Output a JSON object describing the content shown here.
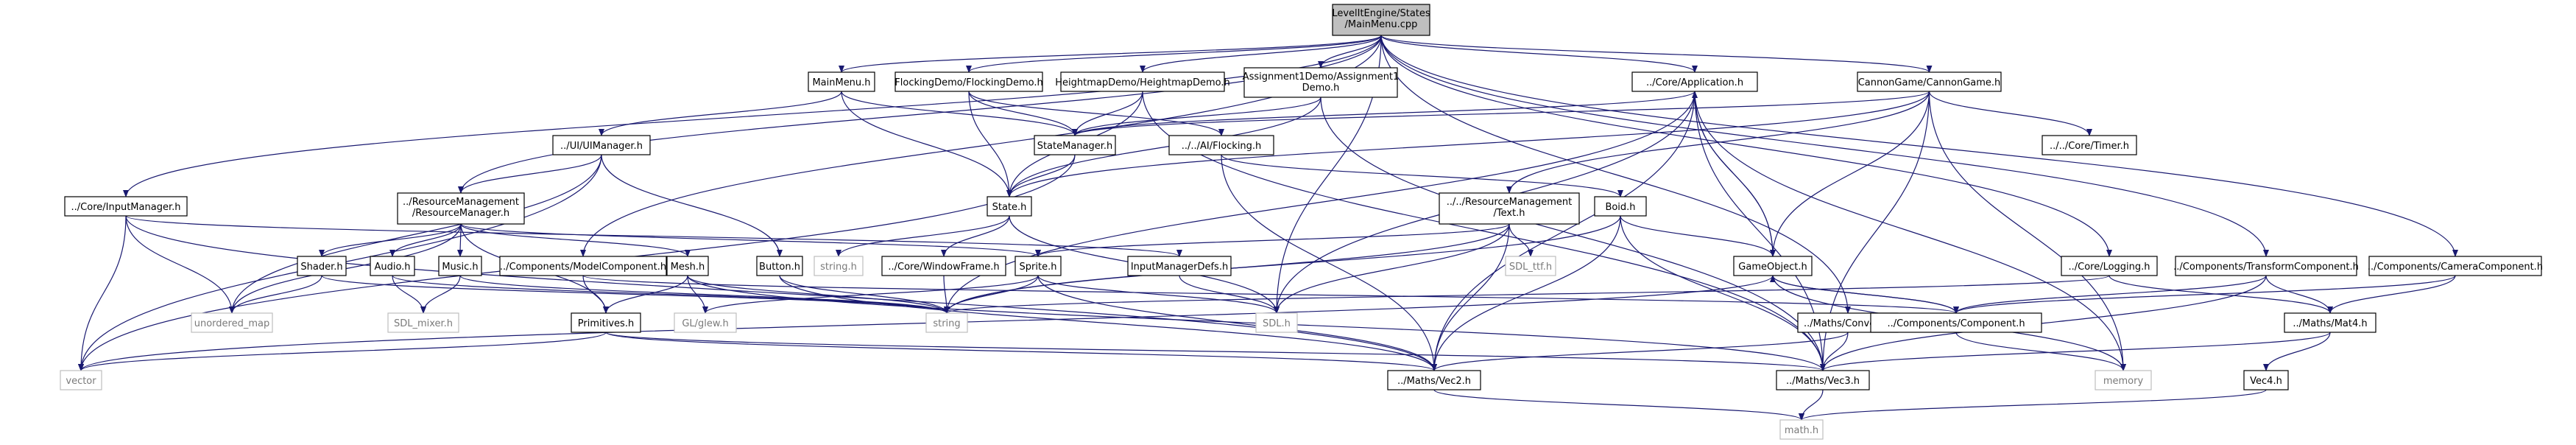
{
  "colors": {
    "background": "#ffffff",
    "edge": "#191970",
    "node_border": "#000000",
    "node_fill": "#ffffff",
    "root_fill": "#bfbfbf",
    "external_border": "#bfbfbf",
    "text": "#000000",
    "external_text": "#7a7a7a"
  },
  "nodes": [
    {
      "id": "root",
      "lines": [
        "LevelItEngine/States",
        "/MainMenu.cpp"
      ],
      "kind": "root"
    },
    {
      "id": "mainmenu_h",
      "lines": [
        "MainMenu.h"
      ],
      "kind": "normal"
    },
    {
      "id": "flocking_demo",
      "lines": [
        "FlockingDemo/FlockingDemo.h"
      ],
      "kind": "normal"
    },
    {
      "id": "heightmap_demo",
      "lines": [
        "HeightmapDemo/HeightmapDemo.h"
      ],
      "kind": "normal"
    },
    {
      "id": "assignment1_demo",
      "lines": [
        "Assignment1Demo/Assignment1",
        "Demo.h"
      ],
      "kind": "normal"
    },
    {
      "id": "core_application",
      "lines": [
        "../Core/Application.h"
      ],
      "kind": "normal"
    },
    {
      "id": "cannongame",
      "lines": [
        "CannonGame/CannonGame.h"
      ],
      "kind": "normal"
    },
    {
      "id": "ui_manager",
      "lines": [
        "../UI/UIManager.h"
      ],
      "kind": "normal"
    },
    {
      "id": "state_manager",
      "lines": [
        "StateManager.h"
      ],
      "kind": "normal"
    },
    {
      "id": "ai_flocking",
      "lines": [
        "../../AI/Flocking.h"
      ],
      "kind": "normal"
    },
    {
      "id": "core_timer",
      "lines": [
        "../../Core/Timer.h"
      ],
      "kind": "normal"
    },
    {
      "id": "core_input",
      "lines": [
        "../Core/InputManager.h"
      ],
      "kind": "normal"
    },
    {
      "id": "resource_manager",
      "lines": [
        "../ResourceManagement",
        "/ResourceManager.h"
      ],
      "kind": "normal"
    },
    {
      "id": "state_h",
      "lines": [
        "State.h"
      ],
      "kind": "normal"
    },
    {
      "id": "text_h",
      "lines": [
        "../../ResourceManagement",
        "/Text.h"
      ],
      "kind": "normal"
    },
    {
      "id": "boid_h",
      "lines": [
        "Boid.h"
      ],
      "kind": "normal"
    },
    {
      "id": "shader_h",
      "lines": [
        "Shader.h"
      ],
      "kind": "normal"
    },
    {
      "id": "audio_h",
      "lines": [
        "Audio.h"
      ],
      "kind": "normal"
    },
    {
      "id": "music_h",
      "lines": [
        "Music.h"
      ],
      "kind": "normal"
    },
    {
      "id": "model_component",
      "lines": [
        "../Components/ModelComponent.h"
      ],
      "kind": "normal"
    },
    {
      "id": "mesh_h",
      "lines": [
        "Mesh.h"
      ],
      "kind": "normal"
    },
    {
      "id": "button_h",
      "lines": [
        "Button.h"
      ],
      "kind": "normal"
    },
    {
      "id": "string_ext",
      "lines": [
        "string.h"
      ],
      "kind": "external"
    },
    {
      "id": "window_frame",
      "lines": [
        "../Core/WindowFrame.h"
      ],
      "kind": "normal"
    },
    {
      "id": "sprite_h",
      "lines": [
        "Sprite.h"
      ],
      "kind": "normal"
    },
    {
      "id": "input_defs",
      "lines": [
        "InputManagerDefs.h"
      ],
      "kind": "normal"
    },
    {
      "id": "sdl_ttf",
      "lines": [
        "SDL_ttf.h"
      ],
      "kind": "external"
    },
    {
      "id": "gameobject_h",
      "lines": [
        "GameObject.h"
      ],
      "kind": "normal"
    },
    {
      "id": "core_logging",
      "lines": [
        "../Core/Logging.h"
      ],
      "kind": "normal"
    },
    {
      "id": "transform_component",
      "lines": [
        "../Components/TransformComponent.h"
      ],
      "kind": "normal"
    },
    {
      "id": "camera_component",
      "lines": [
        "../Components/CameraComponent.h"
      ],
      "kind": "normal"
    },
    {
      "id": "unordered_map",
      "lines": [
        "unordered_map"
      ],
      "kind": "external"
    },
    {
      "id": "sdl_mixer",
      "lines": [
        "SDL_mixer.h"
      ],
      "kind": "external"
    },
    {
      "id": "primitives_h",
      "lines": [
        "Primitives.h"
      ],
      "kind": "normal"
    },
    {
      "id": "glew_h",
      "lines": [
        "GL/glew.h"
      ],
      "kind": "external"
    },
    {
      "id": "string_std",
      "lines": [
        "string"
      ],
      "kind": "external"
    },
    {
      "id": "sdl_h",
      "lines": [
        "SDL.h"
      ],
      "kind": "external"
    },
    {
      "id": "maths_convert",
      "lines": [
        "../Maths/Convert.h"
      ],
      "kind": "normal"
    },
    {
      "id": "components_component",
      "lines": [
        "../Components/Component.h"
      ],
      "kind": "normal"
    },
    {
      "id": "maths_mat4",
      "lines": [
        "../Maths/Mat4.h"
      ],
      "kind": "normal"
    },
    {
      "id": "vector_ext",
      "lines": [
        "vector"
      ],
      "kind": "external"
    },
    {
      "id": "maths_vec2",
      "lines": [
        "../Maths/Vec2.h"
      ],
      "kind": "normal"
    },
    {
      "id": "maths_vec3",
      "lines": [
        "../Maths/Vec3.h"
      ],
      "kind": "normal"
    },
    {
      "id": "memory_ext",
      "lines": [
        "memory"
      ],
      "kind": "external"
    },
    {
      "id": "vec4_h",
      "lines": [
        "Vec4.h"
      ],
      "kind": "normal"
    },
    {
      "id": "math_ext",
      "lines": [
        "math.h"
      ],
      "kind": "external"
    }
  ],
  "edges": [
    [
      "root",
      "mainmenu_h"
    ],
    [
      "root",
      "flocking_demo"
    ],
    [
      "root",
      "heightmap_demo"
    ],
    [
      "root",
      "assignment1_demo"
    ],
    [
      "root",
      "core_application"
    ],
    [
      "root",
      "cannongame"
    ],
    [
      "root",
      "core_input"
    ],
    [
      "root",
      "resource_manager"
    ],
    [
      "root",
      "model_component"
    ],
    [
      "root",
      "sdl_h"
    ],
    [
      "root",
      "maths_convert"
    ],
    [
      "root",
      "core_logging"
    ],
    [
      "root",
      "transform_component"
    ],
    [
      "root",
      "camera_component"
    ],
    [
      "mainmenu_h",
      "ui_manager"
    ],
    [
      "mainmenu_h",
      "state_manager"
    ],
    [
      "mainmenu_h",
      "state_h"
    ],
    [
      "flocking_demo",
      "state_manager"
    ],
    [
      "flocking_demo",
      "state_h"
    ],
    [
      "flocking_demo",
      "ai_flocking"
    ],
    [
      "heightmap_demo",
      "state_manager"
    ],
    [
      "heightmap_demo",
      "state_h"
    ],
    [
      "heightmap_demo",
      "maths_vec3"
    ],
    [
      "assignment1_demo",
      "state_manager"
    ],
    [
      "assignment1_demo",
      "maths_vec3"
    ],
    [
      "assignment1_demo",
      "state_h"
    ],
    [
      "core_application",
      "state_manager"
    ],
    [
      "core_application",
      "gameobject_h"
    ],
    [
      "core_application",
      "sdl_h"
    ],
    [
      "core_application",
      "maths_vec2"
    ],
    [
      "core_application",
      "maths_vec3"
    ],
    [
      "core_application",
      "memory_ext"
    ],
    [
      "core_application",
      "string_std"
    ],
    [
      "cannongame",
      "state_manager"
    ],
    [
      "cannongame",
      "core_timer"
    ],
    [
      "cannongame",
      "text_h"
    ],
    [
      "cannongame",
      "gameobject_h"
    ],
    [
      "cannongame",
      "maths_vec3"
    ],
    [
      "cannongame",
      "state_h"
    ],
    [
      "cannongame",
      "memory_ext"
    ],
    [
      "ui_manager",
      "resource_manager"
    ],
    [
      "ui_manager",
      "button_h"
    ],
    [
      "ui_manager",
      "unordered_map"
    ],
    [
      "ui_manager",
      "vector_ext"
    ],
    [
      "state_manager",
      "state_h"
    ],
    [
      "state_manager",
      "vector_ext"
    ],
    [
      "ai_flocking",
      "boid_h"
    ],
    [
      "ai_flocking",
      "maths_vec2"
    ],
    [
      "core_input",
      "unordered_map"
    ],
    [
      "core_input",
      "vector_ext"
    ],
    [
      "core_input",
      "maths_vec2"
    ],
    [
      "core_input",
      "input_defs"
    ],
    [
      "resource_manager",
      "shader_h"
    ],
    [
      "resource_manager",
      "audio_h"
    ],
    [
      "resource_manager",
      "music_h"
    ],
    [
      "resource_manager",
      "mesh_h"
    ],
    [
      "resource_manager",
      "sprite_h"
    ],
    [
      "resource_manager",
      "primitives_h"
    ],
    [
      "resource_manager",
      "unordered_map"
    ],
    [
      "state_h",
      "string_ext"
    ],
    [
      "state_h",
      "window_frame"
    ],
    [
      "state_h",
      "sdl_h"
    ],
    [
      "text_h",
      "sprite_h"
    ],
    [
      "text_h",
      "sdl_ttf"
    ],
    [
      "text_h",
      "sdl_h"
    ],
    [
      "text_h",
      "string_std"
    ],
    [
      "text_h",
      "maths_vec2"
    ],
    [
      "boid_h",
      "gameobject_h"
    ],
    [
      "boid_h",
      "maths_vec2"
    ],
    [
      "boid_h",
      "maths_vec3"
    ],
    [
      "boid_h",
      "string_std"
    ],
    [
      "shader_h",
      "string_std"
    ],
    [
      "shader_h",
      "unordered_map"
    ],
    [
      "audio_h",
      "sdl_mixer"
    ],
    [
      "audio_h",
      "string_std"
    ],
    [
      "music_h",
      "sdl_mixer"
    ],
    [
      "music_h",
      "string_std"
    ],
    [
      "model_component",
      "primitives_h"
    ],
    [
      "model_component",
      "components_component"
    ],
    [
      "mesh_h",
      "primitives_h"
    ],
    [
      "mesh_h",
      "glew_h"
    ],
    [
      "mesh_h",
      "string_std"
    ],
    [
      "mesh_h",
      "maths_vec3"
    ],
    [
      "button_h",
      "string_std"
    ],
    [
      "button_h",
      "maths_vec2"
    ],
    [
      "window_frame",
      "string_std"
    ],
    [
      "sprite_h",
      "sdl_h"
    ],
    [
      "sprite_h",
      "string_std"
    ],
    [
      "sprite_h",
      "glew_h"
    ],
    [
      "sprite_h",
      "maths_vec2"
    ],
    [
      "input_defs",
      "sdl_h"
    ],
    [
      "gameobject_h",
      "components_component"
    ],
    [
      "gameobject_h",
      "core_application"
    ],
    [
      "gameobject_h",
      "vector_ext"
    ],
    [
      "gameobject_h",
      "memory_ext"
    ],
    [
      "core_logging",
      "string_std"
    ],
    [
      "core_logging",
      "maths_mat4"
    ],
    [
      "transform_component",
      "components_component"
    ],
    [
      "transform_component",
      "maths_mat4"
    ],
    [
      "transform_component",
      "maths_vec3"
    ],
    [
      "camera_component",
      "components_component"
    ],
    [
      "camera_component",
      "maths_mat4"
    ],
    [
      "primitives_h",
      "vector_ext"
    ],
    [
      "primitives_h",
      "maths_vec2"
    ],
    [
      "primitives_h",
      "maths_vec3"
    ],
    [
      "maths_convert",
      "maths_vec2"
    ],
    [
      "maths_convert",
      "maths_vec3"
    ],
    [
      "components_component",
      "gameobject_h"
    ],
    [
      "components_component",
      "memory_ext"
    ],
    [
      "maths_mat4",
      "maths_vec3"
    ],
    [
      "maths_mat4",
      "vec4_h"
    ],
    [
      "maths_vec2",
      "math_ext"
    ],
    [
      "maths_vec3",
      "math_ext"
    ],
    [
      "vec4_h",
      "math_ext"
    ]
  ]
}
